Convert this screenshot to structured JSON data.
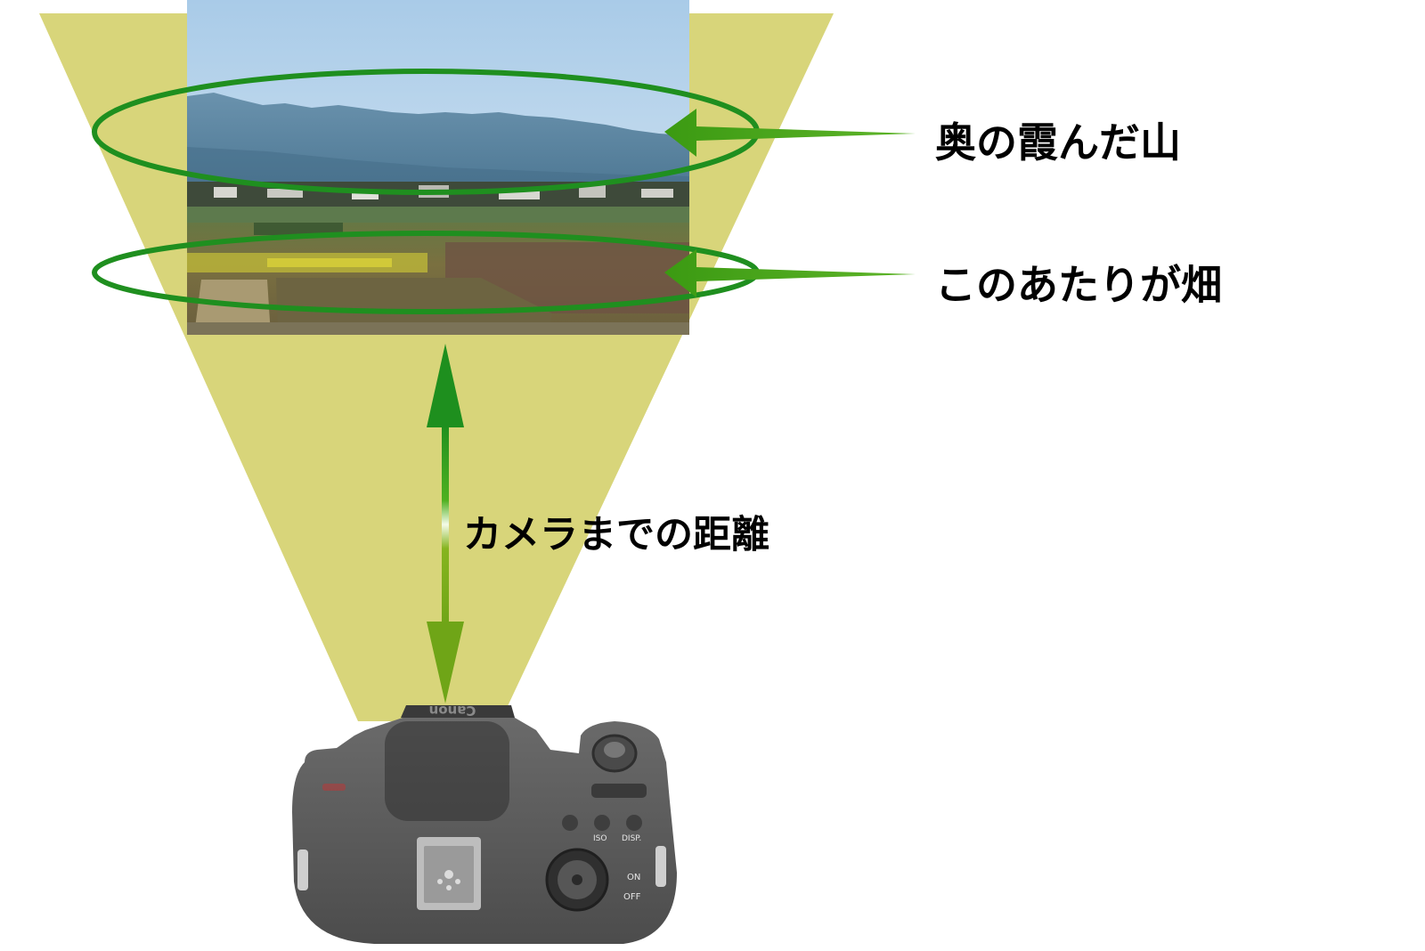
{
  "labels": {
    "mountain": "奥の霞んだ山",
    "field": "このあたりが畑",
    "distance": "カメラまでの距離"
  },
  "camera": {
    "brand": "Canon",
    "buttons": [
      "ISO",
      "DISP."
    ],
    "dial_positions": [
      "ON",
      "OFF"
    ]
  },
  "colors": {
    "view_cone": "#d8d57a",
    "ellipse": "#1f8f1f",
    "arrow": "#4aa316",
    "camera_body": "#5f5f5f",
    "sky": "#bcd7ec",
    "mountain": "#5e87a3",
    "field": "#6d6441"
  }
}
